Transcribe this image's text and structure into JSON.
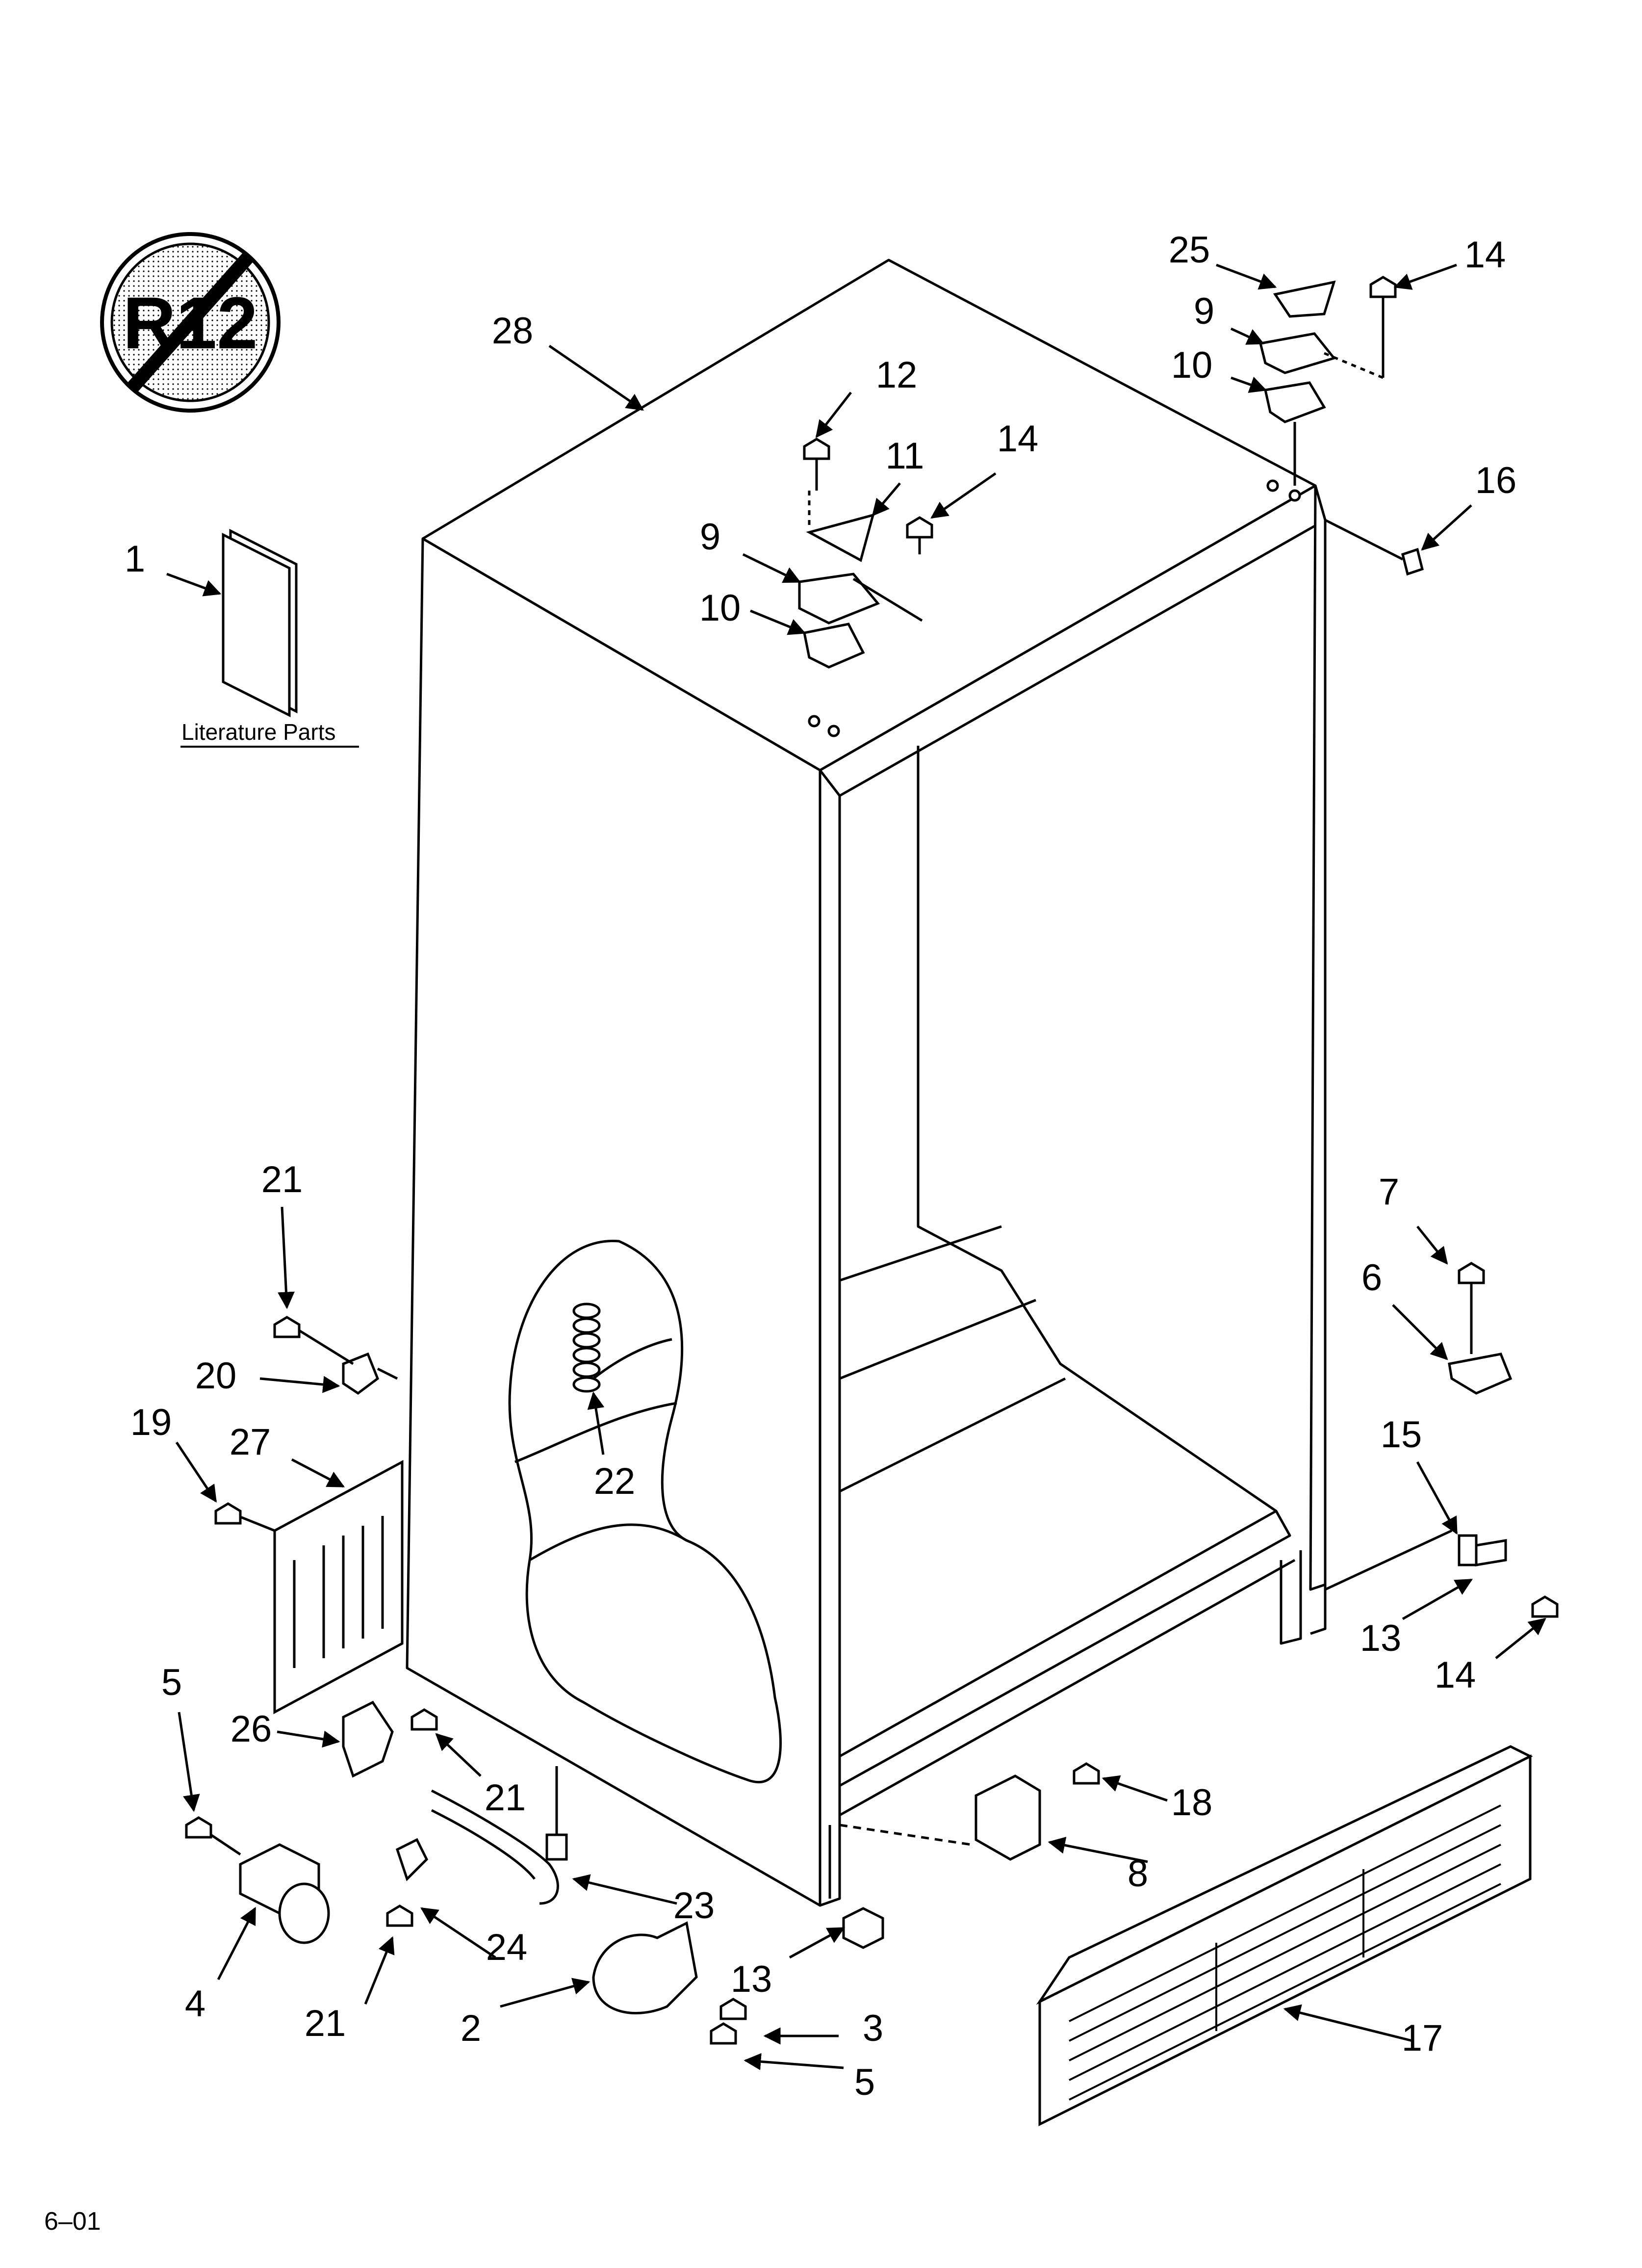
{
  "badge": {
    "text": "R12"
  },
  "literature_label": "Literature Parts",
  "footer_code": "6–01",
  "callouts": {
    "c1": "1",
    "c2": "2",
    "c3": "3",
    "c4": "4",
    "c5a": "5",
    "c5b": "5",
    "c6": "6",
    "c7": "7",
    "c8": "8",
    "c9a": "9",
    "c9b": "9",
    "c10a": "10",
    "c10b": "10",
    "c11": "11",
    "c12": "12",
    "c13a": "13",
    "c13b": "13",
    "c14a": "14",
    "c14b": "14",
    "c14c": "14",
    "c15": "15",
    "c16": "16",
    "c17": "17",
    "c18": "18",
    "c19": "19",
    "c20": "20",
    "c21a": "21",
    "c21b": "21",
    "c21c": "21",
    "c22": "22",
    "c23": "23",
    "c24": "24",
    "c25": "25",
    "c26": "26",
    "c27": "27",
    "c28": "28"
  }
}
